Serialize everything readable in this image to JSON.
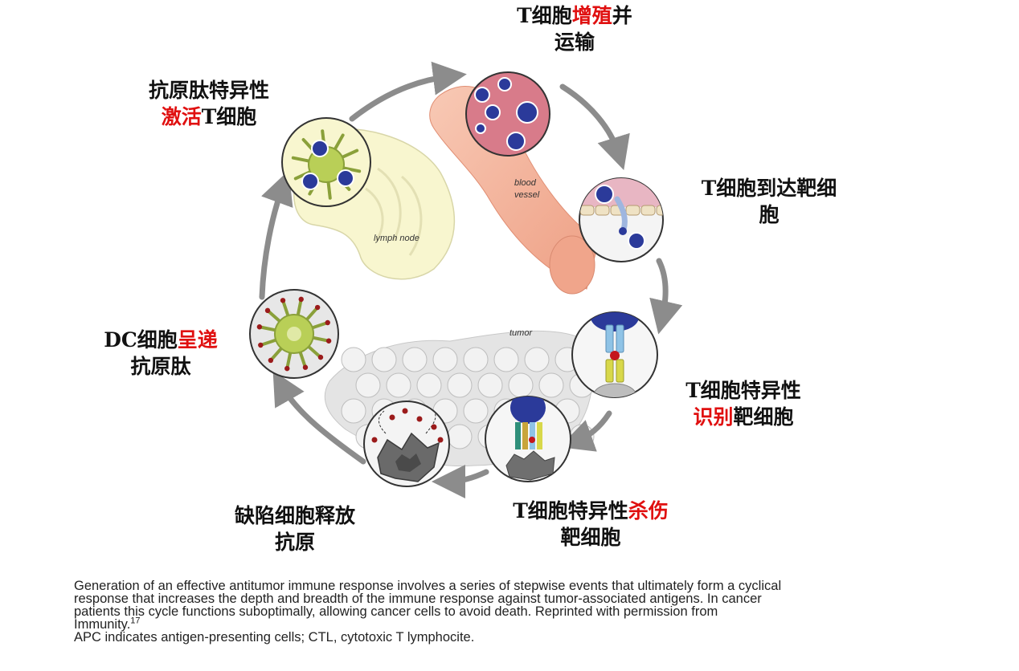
{
  "steps": {
    "s1": {
      "pre": "T细胞",
      "hl": "增殖",
      "post": "并",
      "line2": "运输"
    },
    "s2": {
      "line1": "T细胞到达靶细",
      "line2": "胞"
    },
    "s3": {
      "line1": "T细胞特异性",
      "hl": "识别",
      "post": "靶细胞"
    },
    "s4": {
      "pre": "T细胞特异性",
      "hl": "杀伤",
      "line2": "靶细胞"
    },
    "s5": {
      "line1": "缺陷细胞释放",
      "line2": "抗原"
    },
    "s6": {
      "pre": "DC细胞",
      "hl": "呈递",
      "line2": "抗原肽"
    },
    "s7": {
      "line1": "抗原肽特异性",
      "hl": "激活",
      "post": "T细胞"
    }
  },
  "diagram_labels": {
    "lymph_node": "lymph node",
    "blood_vessel_1": "blood",
    "blood_vessel_2": "vessel",
    "tumor": "tumor"
  },
  "caption": {
    "line1": "Generation of an effective antitumor immune response involves a series of stepwise events that ultimately form a cyclical",
    "line2": "response that increases the depth and breadth of the immune response against tumor-associated antigens. In cancer",
    "line3": "patients this cycle functions suboptimally, allowing cancer cells to avoid death. Reprinted with permission from",
    "line4": "Immunity.",
    "citation": "17",
    "line5": "APC indicates antigen-presenting cells; CTL, cytotoxic T lymphocite."
  },
  "colors": {
    "highlight": "#e01010",
    "arrow": "#8c8c8c",
    "t_cell": "#2b3a9a",
    "dendritic_cell": "#b9cf57",
    "blood_vessel": "#f3b39a",
    "lymph_node": "#f8f6cf",
    "tumor": "#d4d4d4"
  }
}
